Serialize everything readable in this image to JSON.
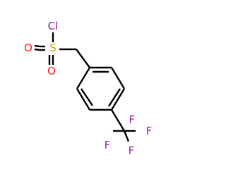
{
  "molecule": {
    "atoms": {
      "cl": {
        "label": "Cl",
        "color": "#8a1a8a"
      },
      "s": {
        "label": "S",
        "color": "#c9a400"
      },
      "o_top": {
        "label": "O",
        "color": "#ff1a1a"
      },
      "o_bottom": {
        "label": "O",
        "color": "#ff1a1a"
      },
      "f_top": {
        "label": "F",
        "color": "#a41aa4"
      },
      "f_right": {
        "label": "F",
        "color": "#a41aa4"
      },
      "f_bottom": {
        "label": "F",
        "color": "#a41aa4"
      }
    },
    "bond_color": "#000000"
  }
}
